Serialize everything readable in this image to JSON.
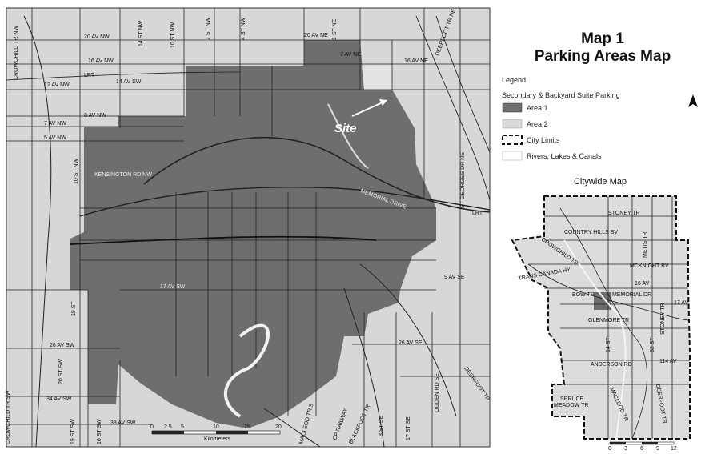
{
  "title_line1": "Map 1",
  "title_line2": "Parking Areas Map",
  "legend": {
    "heading": "Legend",
    "subheading": "Secondary & Backyard Suite Parking",
    "items": [
      {
        "label": "Area 1",
        "color": "#6e6e6e"
      },
      {
        "label": "Area 2",
        "color": "#d9d9d9"
      },
      {
        "label": "City Limits",
        "color": "#ffffff"
      },
      {
        "label": "Rivers, Lakes & Canals",
        "color": "#ffffff"
      }
    ]
  },
  "site_label": "Site",
  "citywide_title": "Citywide Map",
  "streets": {
    "s1": "20 AV NW",
    "s2": "16 AV NW",
    "s3": "12 AV NW",
    "s4": "8 AV NW",
    "s5": "7 AV NW",
    "s6": "5 AV NW",
    "s7": "LRT",
    "s8": "14 AV SW",
    "s9": "10 ST NW",
    "s10": "7 ST NW",
    "s11": "4 ST NW",
    "s12": "14 ST NW",
    "s13": "20 AV NE",
    "s14": "16 AV NE",
    "s15": "7 AV NE",
    "s16": "1 ST NE",
    "s17": "CROWCHILD TR NW",
    "s18": "10 ST NW",
    "s19": "KENSINGTON RD NW",
    "s20": "ST GEORGES DR NE",
    "s21": "LRT",
    "s22": "MEMORIAL DRIVE",
    "s23": "17 AV SW",
    "s24": "26 AV SW",
    "s25": "20 ST SW",
    "s26": "19 ST",
    "s27": "CROWCHILD TR SW",
    "s28": "34 AV SW",
    "s29": "19 ST SW",
    "s30": "16 ST SW",
    "s31": "38 AV SW",
    "s32": "MACLEOD TR S",
    "s33": "CP RAILWAY",
    "s34": "BLACKFOOT TR",
    "s35": "OGDEN RD SE",
    "s36": "8 ST SE",
    "s37": "17 ST SE",
    "s38": "26 AV SE",
    "s39": "9 AV SE",
    "s40": "DEERFOOT TR NE",
    "s41": "DEERFOOT TR"
  },
  "cw": {
    "c1": "STONEY TR",
    "c2": "COUNTRY HILLS BV",
    "c3": "METIS TR",
    "c4": "CROWCHILD TR",
    "c5": "MCKNIGHT BV",
    "c6": "TRANS CANADA HY",
    "c7": "16 AV",
    "c8": "BOW TR",
    "c9": "MEMORIAL DR",
    "c10": "17 AV",
    "c11": "GLENMORE TR",
    "c12": "STONEY TR",
    "c13": "14 ST",
    "c14": "52 ST",
    "c15": "ANDERSON RD",
    "c16": "114 AV",
    "c17": "SPRUCE",
    "c18": "MEADOW TR",
    "c19": "MACLEOD TR",
    "c20": "DEERFOOT TR"
  },
  "scale_label": "Kilometers",
  "scale_ticks": [
    "0",
    "2.5",
    "5",
    "10",
    "15",
    "20"
  ],
  "cw_scale_ticks": [
    "0",
    "3",
    "6",
    "9",
    "12"
  ],
  "colors": {
    "area1": "#6e6e6e",
    "area2": "#d9d9d9",
    "road": "#222222",
    "map_bg": "#d7d7d7"
  }
}
